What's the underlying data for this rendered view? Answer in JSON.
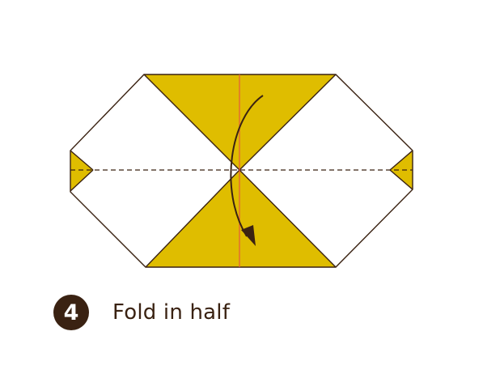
{
  "step": {
    "number": "4",
    "instruction": "Fold in half"
  },
  "colors": {
    "paper_front": "#ffffff",
    "paper_colored": "#dfbd00",
    "outline": "#3a2212",
    "crease_line": "#e65a3c",
    "fold_line": "#3a2212",
    "arrow": "#3a2212",
    "badge_background": "#3a2212",
    "badge_text": "#ffffff"
  },
  "diagram": {
    "shape": "origami-octagon",
    "fold_line_style": "dashed-horizontal",
    "arrow_direction": "down"
  }
}
